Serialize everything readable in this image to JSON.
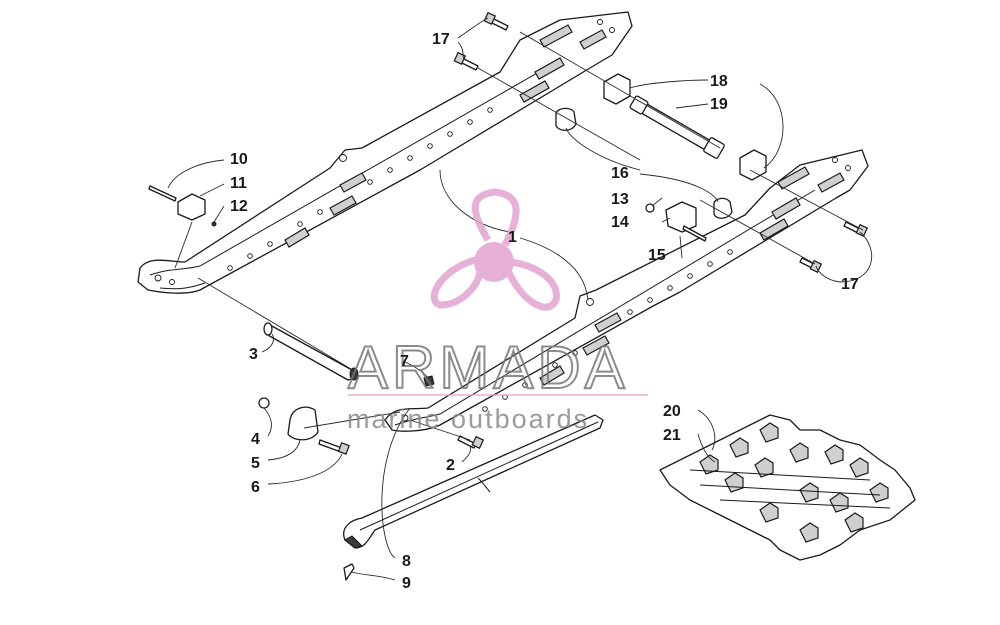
{
  "diagram": {
    "callouts": [
      {
        "id": "1",
        "label": "1"
      },
      {
        "id": "2",
        "label": "2"
      },
      {
        "id": "3",
        "label": "3"
      },
      {
        "id": "4",
        "label": "4"
      },
      {
        "id": "5",
        "label": "5"
      },
      {
        "id": "6",
        "label": "6"
      },
      {
        "id": "7",
        "label": "7"
      },
      {
        "id": "8",
        "label": "8"
      },
      {
        "id": "9",
        "label": "9"
      },
      {
        "id": "10",
        "label": "10"
      },
      {
        "id": "11",
        "label": "11"
      },
      {
        "id": "12",
        "label": "12"
      },
      {
        "id": "13",
        "label": "13"
      },
      {
        "id": "14",
        "label": "14"
      },
      {
        "id": "15",
        "label": "15"
      },
      {
        "id": "16",
        "label": "16"
      },
      {
        "id": "17a",
        "label": "17"
      },
      {
        "id": "17b",
        "label": "17"
      },
      {
        "id": "18",
        "label": "18"
      },
      {
        "id": "19",
        "label": "19"
      },
      {
        "id": "20",
        "label": "20"
      },
      {
        "id": "21",
        "label": "21"
      }
    ]
  },
  "watermark": {
    "brand": "ARMADA",
    "tagline": "marine outboards",
    "colors": {
      "accent": "#e3a3cf",
      "text": "#777777"
    }
  }
}
